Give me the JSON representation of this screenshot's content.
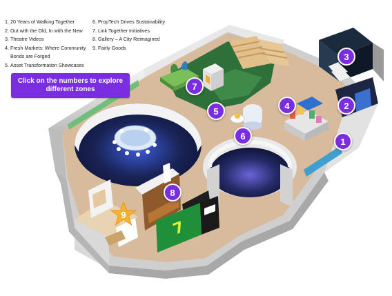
{
  "zones": {
    "column1": [
      {
        "num": "1.",
        "label": "20 Years of Walking Together"
      },
      {
        "num": "2.",
        "label": "Out with the Old, In with the New"
      },
      {
        "num": "3.",
        "label": "Theatre Videos"
      },
      {
        "num": "4.",
        "label": "Fresh Markets: Where Community Bonds are Forged"
      },
      {
        "num": "5.",
        "label": "Asset Transformation Showcases"
      }
    ],
    "column2": [
      {
        "num": "6.",
        "label": "PropTech Drives Sustainability"
      },
      {
        "num": "7.",
        "label": "Link Together Initiatives"
      },
      {
        "num": "8.",
        "label": "Gallery – A City Reimagined"
      },
      {
        "num": "9.",
        "label": "Fairly Goods"
      }
    ]
  },
  "cta": {
    "label": "Click on the numbers to explore different zones"
  },
  "markers": {
    "m1": "1",
    "m2": "2",
    "m3": "3",
    "m4": "4",
    "m5": "5",
    "m6": "6",
    "m7": "7",
    "m8": "8",
    "m9": "9"
  },
  "colors": {
    "accent": "#7b2ee0",
    "star": "#f2b233",
    "floor": "#d7b99a",
    "wall": "#ececec",
    "dark_room": "#141a3c",
    "lawn": "#2f6f3a"
  }
}
